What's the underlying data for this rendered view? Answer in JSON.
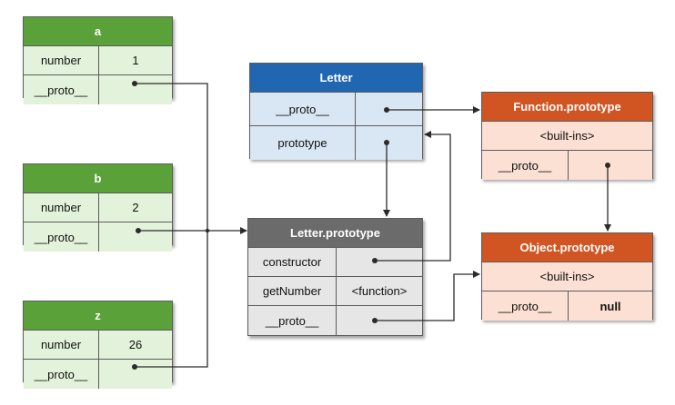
{
  "objects": {
    "a": {
      "title": "a",
      "key_label": "number",
      "value": "1",
      "proto_label": "__proto__"
    },
    "b": {
      "title": "b",
      "key_label": "number",
      "value": "2",
      "proto_label": "__proto__"
    },
    "z": {
      "title": "z",
      "key_label": "number",
      "value": "26",
      "proto_label": "__proto__"
    }
  },
  "letter": {
    "title": "Letter",
    "proto_label": "__proto__",
    "prototype_label": "prototype"
  },
  "letter_prototype": {
    "title": "Letter.prototype",
    "constructor_label": "constructor",
    "getnumber_label": "getNumber",
    "getnumber_value": "<function>",
    "proto_label": "__proto__"
  },
  "function_prototype": {
    "title": "Function.prototype",
    "builtins": "<built-ins>",
    "proto_label": "__proto__"
  },
  "object_prototype": {
    "title": "Object.prototype",
    "builtins": "<built-ins>",
    "proto_label": "__proto__",
    "proto_value": "null"
  },
  "colors": {
    "green_header": "#5aa13a",
    "green_body": "#e3f2da",
    "blue_header": "#2166b0",
    "blue_body": "#d8e7f3",
    "gray_header": "#6b6b6b",
    "gray_body": "#e6e6e6",
    "orange_header": "#d15523",
    "orange_body": "#fbe0d3",
    "wire": "#2b2b2b"
  }
}
